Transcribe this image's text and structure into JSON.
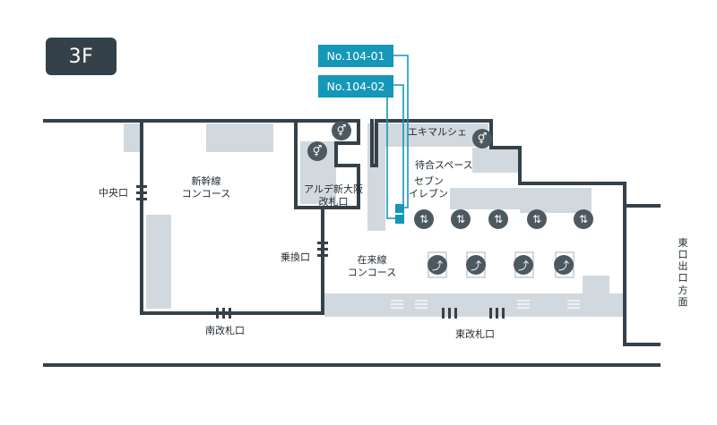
{
  "floor": {
    "label": "3F"
  },
  "lockers": [
    {
      "id": "No.104-01"
    },
    {
      "id": "No.104-02"
    }
  ],
  "areas": {
    "shinkansen_concourse_line1": "新幹線",
    "shinkansen_concourse_line2": "コンコース",
    "zairaisen_concourse_line1": "在来線",
    "zairaisen_concourse_line2": "コンコース",
    "ekimarushe": "エキマルシェ",
    "waiting_space": "待合スペース",
    "seven_eleven_line1": "セブン",
    "seven_eleven_line2": "イレブン",
    "alde_line1": "アルデ新大阪",
    "alde_line2": "改札口"
  },
  "gates": {
    "central": "中央口",
    "south": "南改札口",
    "transfer": "乗換口",
    "east": "東改札口",
    "east_exit_direction": [
      "東",
      "口",
      "出",
      "口",
      "",
      "方",
      "面"
    ]
  },
  "icons": {
    "restroom": "restroom-icon",
    "elevator": "elevator-icon",
    "escalator": "escalator-icon",
    "locker_marker": "locker-marker-icon",
    "ticket_gate": "ticket-gate-icon"
  },
  "colors": {
    "wall": "#34414a",
    "floor_block": "#d2d9de",
    "locker_accent": "#1597b8",
    "icon_bg": "#4d5960"
  }
}
